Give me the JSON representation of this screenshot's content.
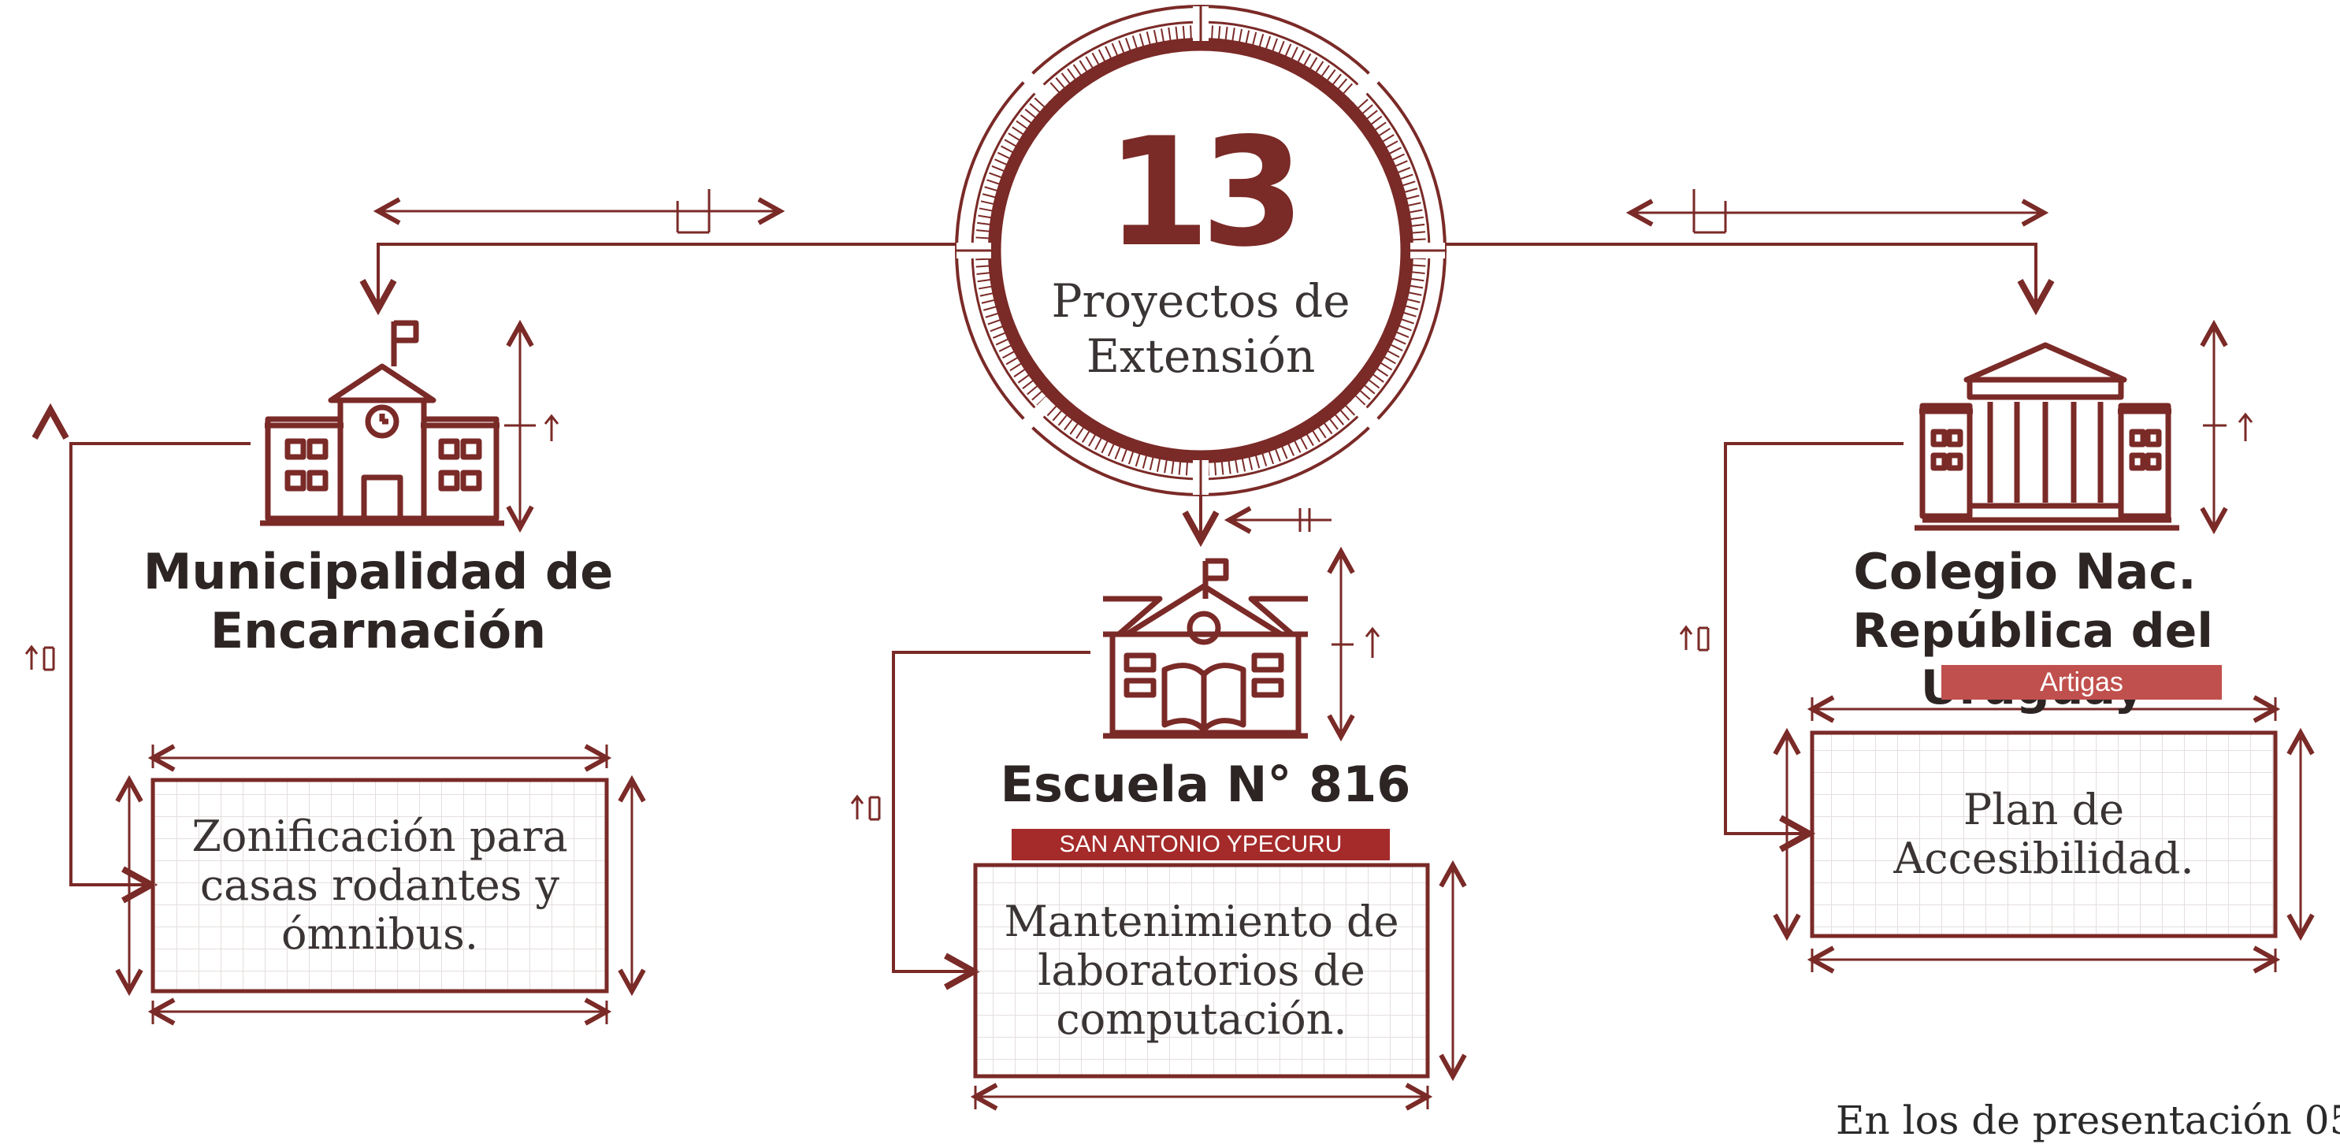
{
  "center": {
    "number": "13",
    "line1": "Proyectos de",
    "line2": "Extensión"
  },
  "nodes": [
    {
      "id": "municipalidad",
      "title_line1": "Municipalidad de",
      "title_line2": "Encarnación",
      "project_line1": "Zonificación para",
      "project_line2": "casas rodantes y",
      "project_line3": "ómnibus."
    },
    {
      "id": "escuela",
      "title_line1": "Escuela N° 816",
      "subtitle": "SAN ANTONIO YPECURU",
      "project_line1": "Mantenimiento de",
      "project_line2": "laboratorios de",
      "project_line3": "computación."
    },
    {
      "id": "colegio",
      "title_line1": "Colegio Nac.",
      "title_line2": "República del Uruguay",
      "subtitle": "Artigas",
      "project_line1": "Plan de",
      "project_line2": "Accesibilidad."
    }
  ],
  "footer_partial": "En los de presentación 05",
  "colors": {
    "primary": "#7a2a27",
    "tag_escuela": "#a52a2a",
    "tag_colegio": "#c0504d"
  },
  "icons": {
    "municipalidad": "town-hall-icon",
    "escuela": "school-book-icon",
    "colegio": "columned-building-icon"
  }
}
